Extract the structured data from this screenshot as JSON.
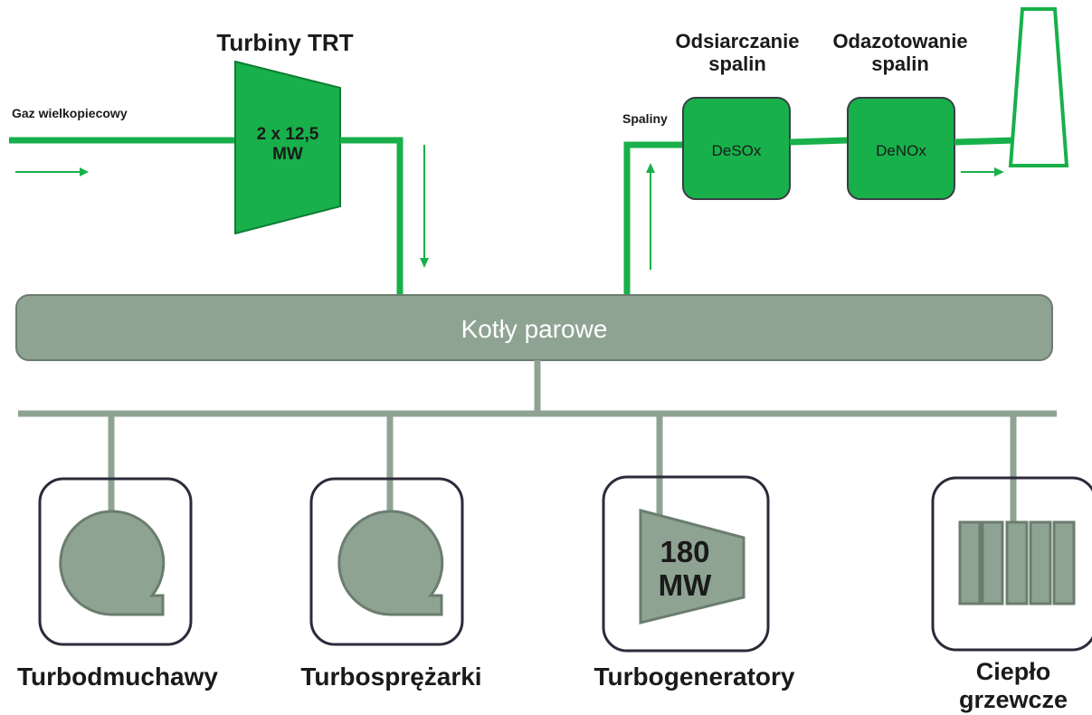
{
  "labels": {
    "turbiny_trt": "Turbiny TRT",
    "trt_power": "2 x 12,5\nMW",
    "gaz": "Gaz wielkopiecowy",
    "spaliny": "Spaliny",
    "odsiarczanie": "Odsiarczanie\nspalin",
    "odazotowanie": "Odazotowanie\nspalin",
    "desox": "DeSOx",
    "denox": "DeNOx",
    "kotly": "Kotły parowe",
    "generator_power": "180\nMW",
    "turbodmuchawy": "Turbodmuchawy",
    "turbosprezarki": "Turbosprężarki",
    "turbogeneratory": "Turbogeneratory",
    "cieplo": "Ciepło\ngrzewcze"
  },
  "colors": {
    "green": "#18b04a",
    "gray_fill": "#8fa393",
    "gray_stroke": "#6b7d6e",
    "dark_outline": "#2d2a3a",
    "text": "#1a1a1a"
  }
}
